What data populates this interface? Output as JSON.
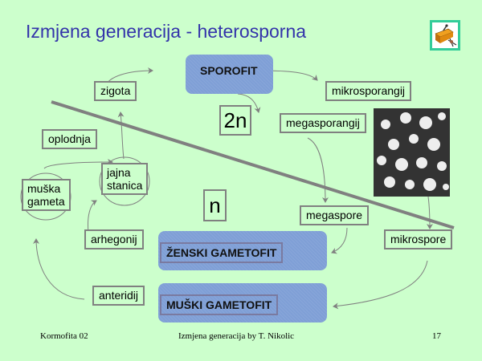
{
  "slide": {
    "title": "Izmjena generacija - heterosporna",
    "icon": "desk-person-icon",
    "labels": {
      "sporofit": "SPOROFIT",
      "zigota": "zigota",
      "mikrosporangij": "mikrosporangij",
      "megasporangij": "megasporangij",
      "ploidy_2n": "2n",
      "ploidy_n": "n",
      "oplodnja": "oplodnja",
      "jajna_stanica_1": "jajna",
      "jajna_stanica_2": "stanica",
      "muska_gameta_1": "muška",
      "muska_gameta_2": "gameta",
      "megaspore": "megaspore",
      "mikrospore": "mikrospore",
      "arhegonij": "arhegonij",
      "anteridij": "anteridij",
      "zenski_gametofit": "ŽENSKI GAMETOFIT",
      "muski_gametofit": "MUŠKI GAMETOFIT"
    },
    "photo": "spores-micrograph"
  },
  "footer": {
    "left": "Kormofita 02",
    "center": "Izmjena generacija by T. Nikolic",
    "page": "17"
  }
}
